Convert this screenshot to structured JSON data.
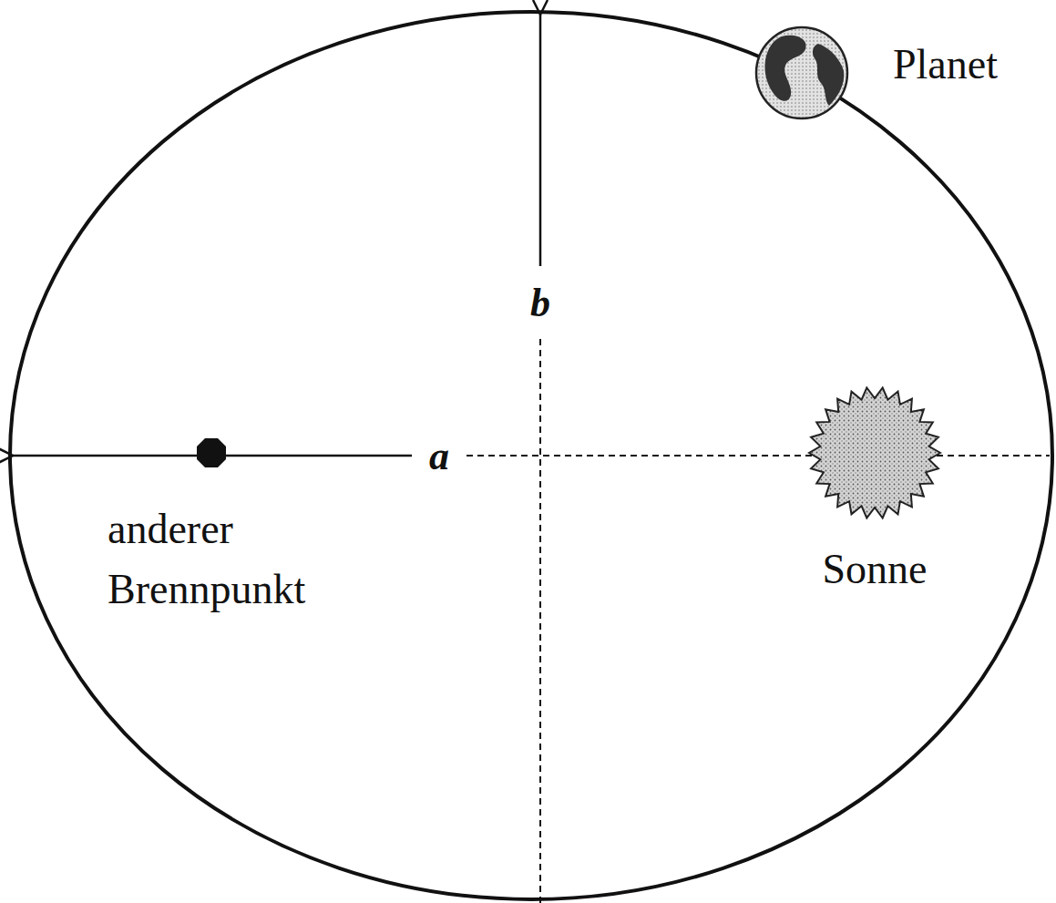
{
  "diagram": {
    "labels": [
      "Planet",
      "b",
      "a",
      "anderer Brennpunkt",
      "Sonne"
    ]
  }
}
